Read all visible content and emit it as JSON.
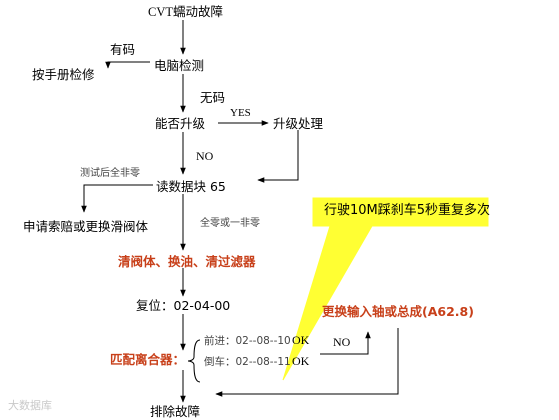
{
  "nodes": {
    "start": "CVT蠕动故障",
    "computer_check": "电脑检测",
    "has_code": "有码",
    "manual_repair": "按手册检修",
    "no_code": "无码",
    "can_upgrade": "能否升级",
    "yes": "YES",
    "upgrade_process": "升级处理",
    "no_1": "NO",
    "read_block": "读数据块 65",
    "test_nonzero": "测试后全非零",
    "claim_valve": "申请索赔或更换滑阀体",
    "all_zero": "全零或一非零",
    "clean_valve": "清阀体、换油、清过滤器",
    "reset": "复位：02-04-00",
    "match_clutch": "匹配离合器：",
    "forward": "前进：02--08--10",
    "forward_ok": "OK",
    "reverse": "倒车：02--08--11",
    "reverse_ok": "OK",
    "no_2": "NO",
    "replace_shaft": "更换输入轴或总成(A62.8)",
    "callout": "行驶10M踩刹车5秒重复多次",
    "end": "排除故障"
  },
  "watermark": "大数据库"
}
